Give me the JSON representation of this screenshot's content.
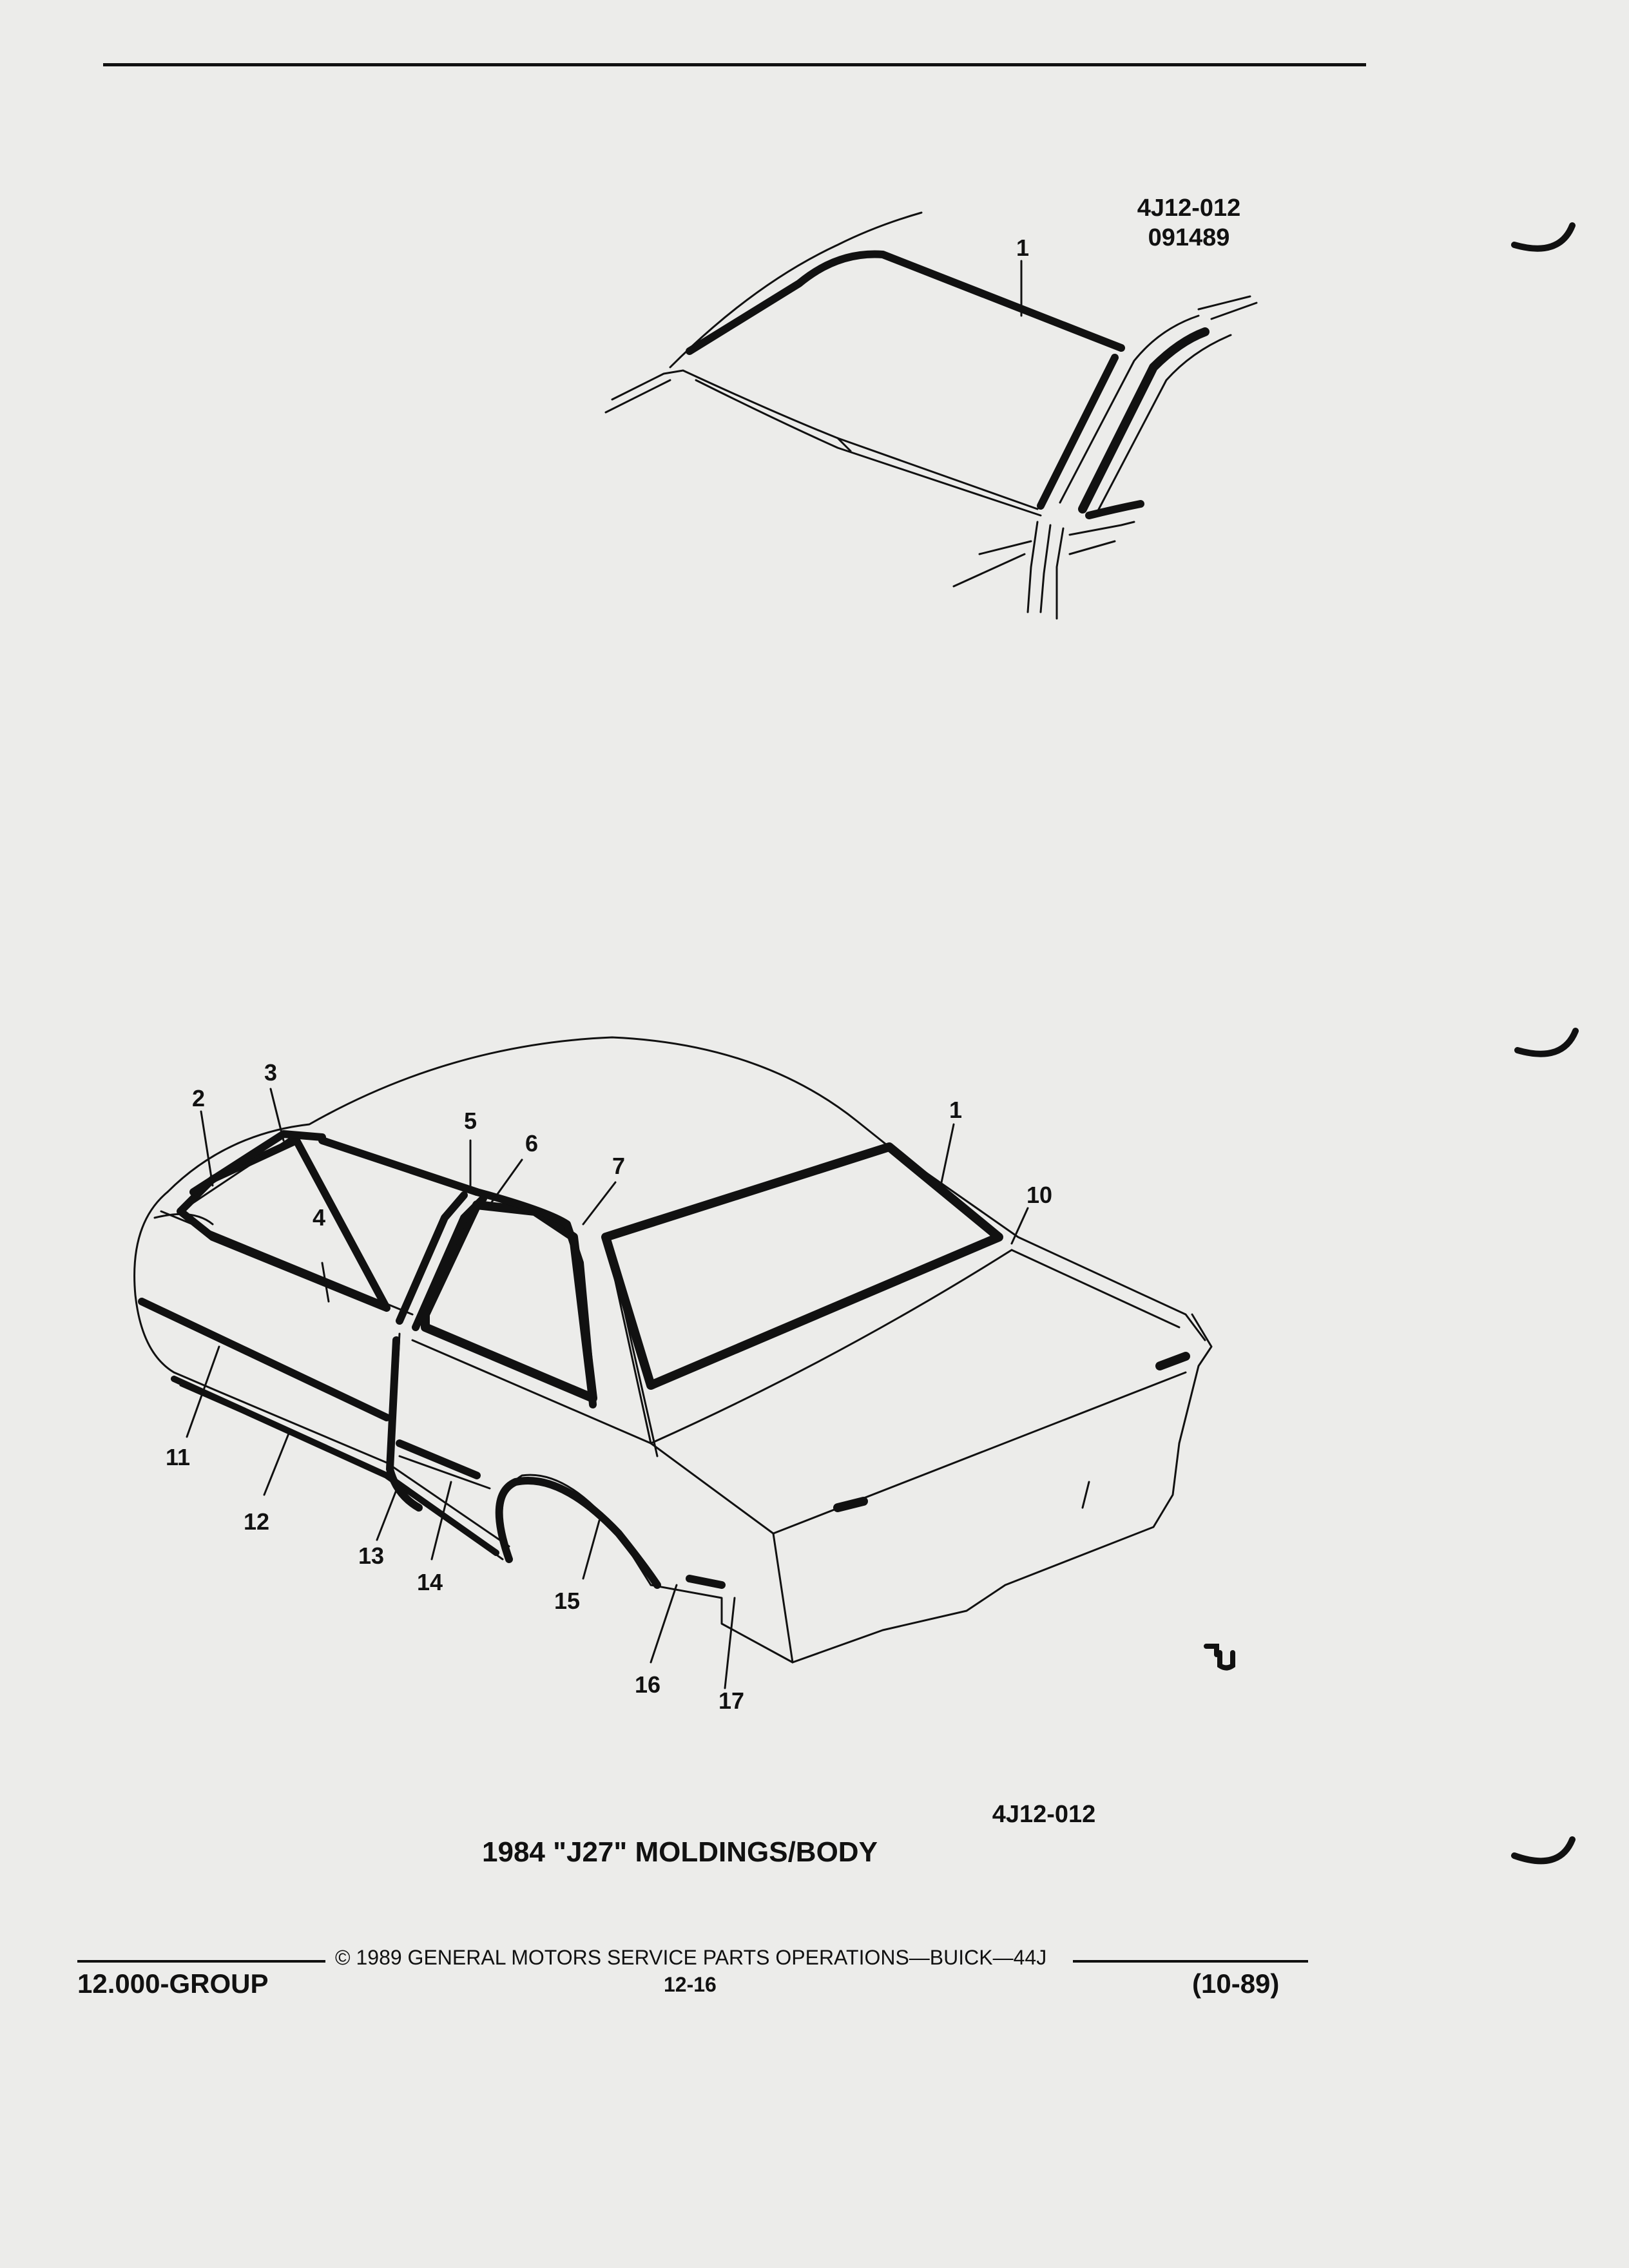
{
  "top_figure": {
    "code_line1": "4J12-012",
    "code_line2": "091489",
    "callouts": [
      "1"
    ]
  },
  "bottom_figure": {
    "callouts": [
      "1",
      "2",
      "3",
      "4",
      "5",
      "6",
      "7",
      "10",
      "11",
      "12",
      "13",
      "14",
      "15",
      "16",
      "17"
    ],
    "mark_icon": "cu-mark-icon"
  },
  "figure_code": "4J12-012",
  "title": "1984 \"J27\" MOLDINGS/BODY",
  "footer": {
    "group": "12.000-GROUP",
    "copyright": "© 1989 GENERAL MOTORS SERVICE PARTS OPERATIONS—BUICK—44J",
    "page": "12-16",
    "revision": "(10-89)"
  },
  "margin_icon": "binder-tab-icon",
  "colors": {
    "paper": "#ececea",
    "ink": "#111111"
  }
}
